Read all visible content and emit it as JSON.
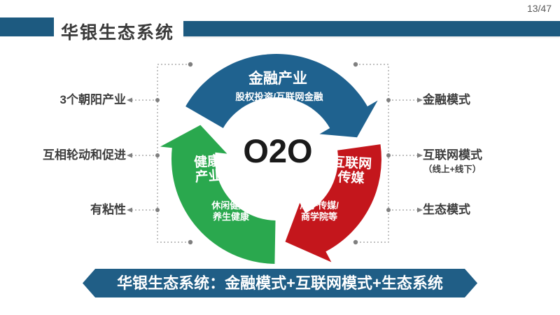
{
  "page": {
    "number": "13/47"
  },
  "header": {
    "title": "华银生态系统"
  },
  "colors": {
    "bar_blue": "#1d5a80",
    "arrow_blue": "#1f628f",
    "arrow_green": "#2aa84e",
    "arrow_red": "#c4161c",
    "banner_blue": "#205e86",
    "label_dark": "#3d3d3d",
    "connector_gray": "#9b9b9b"
  },
  "diagram": {
    "center_label": "O2O",
    "finance_arrow": {
      "title": "金融产业",
      "subtitle": "股权投资/互联网金融"
    },
    "health_arrow": {
      "title": "健康\n产业",
      "subtitle": "休闲健康/\n养生健康"
    },
    "media_arrow": {
      "title": "互联网\n传媒",
      "subtitle": "瓜子传媒/\n商学院等"
    },
    "left_labels": {
      "three_industries": "3个朝阳产业",
      "mutual_rotation": "互相轮动和促进",
      "stickiness": "有粘性"
    },
    "right_labels": {
      "finance_mode": "金融模式",
      "internet_mode": "互联网模式",
      "internet_mode_sub": "（线上+线下）",
      "eco_mode": "生态模式"
    }
  },
  "footer": {
    "banner": "华银生态系统：金融模式+互联网模式+生态系统"
  }
}
